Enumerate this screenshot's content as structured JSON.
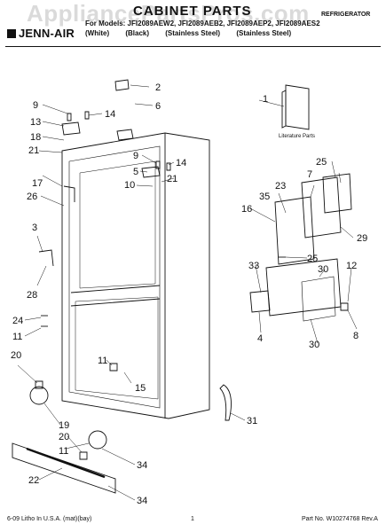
{
  "watermark": "AppliancePartsPros.com",
  "header": {
    "title": "CABINET PARTS",
    "category": "REFRIGERATOR",
    "brand_logo": "JENN-AIR",
    "models_line": "For Models: JFI2089AEW2,  JFI2089AEB2,  JFI2089AEP2,  JFI2089AES2",
    "colors": [
      "(White)",
      "(Black)",
      "(Stainless Steel)",
      "(Stainless Steel)"
    ]
  },
  "callouts": [
    "1",
    "2",
    "3",
    "4",
    "5",
    "6",
    "7",
    "8",
    "9",
    "9",
    "10",
    "11",
    "11",
    "11",
    "12",
    "13",
    "14",
    "14",
    "15",
    "16",
    "17",
    "18",
    "19",
    "20",
    "20",
    "21",
    "21",
    "22",
    "23",
    "24",
    "25",
    "25",
    "26",
    "28",
    "29",
    "30",
    "30",
    "31",
    "33",
    "34",
    "34",
    "35"
  ],
  "literature_label": "Literature Parts",
  "footer": {
    "left": "6-09 Litho In U.S.A. (mat)(bay)",
    "center": "1",
    "right": "Part No. W10274768 Rev.A"
  }
}
